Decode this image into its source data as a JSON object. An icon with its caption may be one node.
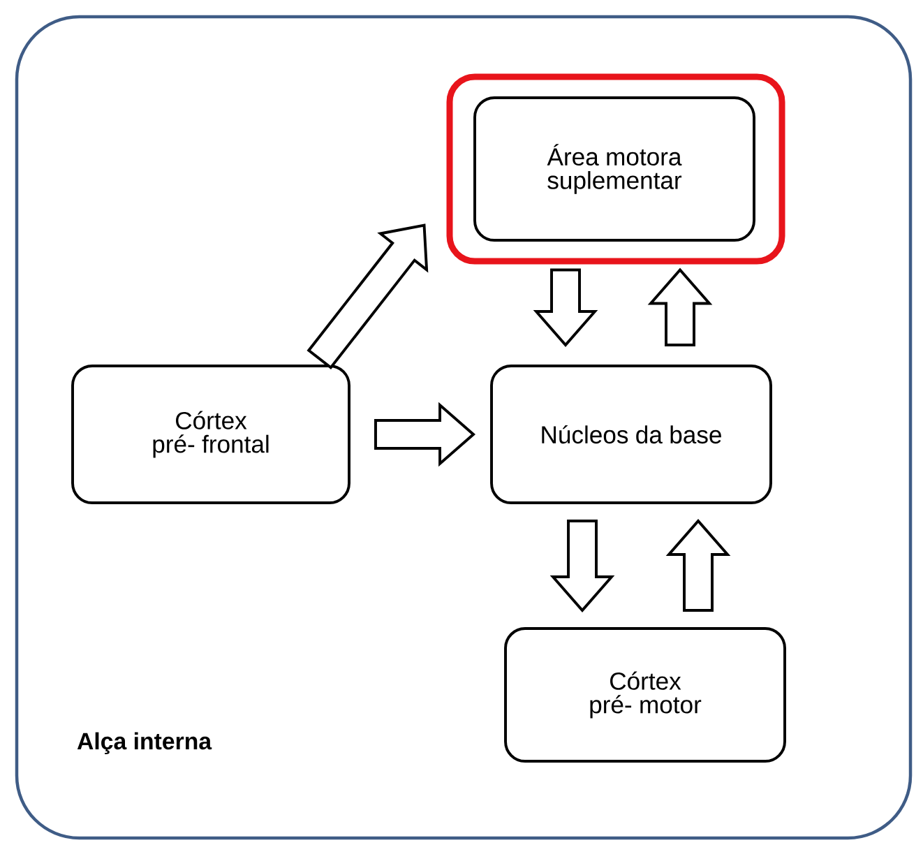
{
  "diagram": {
    "nodes": [
      {
        "text": [
          "Alça interna"
        ]
      },
      {
        "text": [],
        "shape": "box",
        "in": 0
      },
      {
        "text": [
          "Área motora suplementar"
        ],
        "in": 1
      },
      {
        "text": [
          "Córtex pré- frontal"
        ],
        "in": 0
      },
      {
        "text": [
          "Núcleos da base"
        ],
        "in": 0
      },
      {
        "text": [
          "Córtex pré- motor"
        ],
        "in": 0
      }
    ],
    "edges": [
      {
        "from": 3,
        "to": 1,
        "arrow": "to"
      },
      {
        "from": 1,
        "to": 4,
        "arrow": "to"
      },
      {
        "from": 4,
        "to": 1,
        "arrow": "to"
      },
      {
        "from": 3,
        "to": 4,
        "arrow": "to"
      },
      {
        "from": 4,
        "to": 5,
        "arrow": "to"
      },
      {
        "from": 5,
        "to": 4,
        "arrow": "to"
      }
    ]
  }
}
